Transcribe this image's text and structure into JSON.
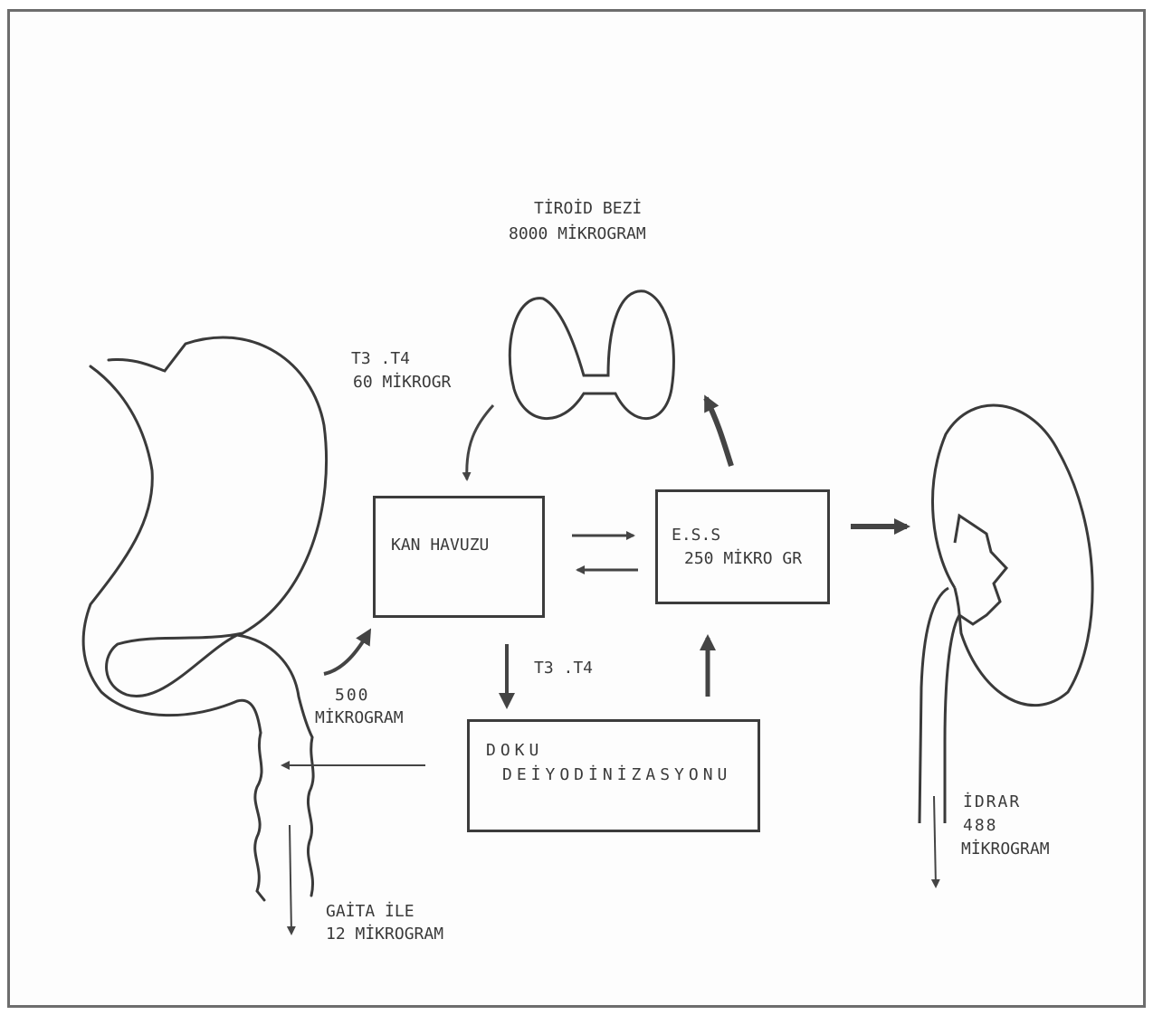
{
  "thyroid": {
    "title": "TİROİD BEZİ",
    "amount": "8000 MİKROGRAM"
  },
  "t3t4_input": {
    "line1": "T3 .T4",
    "line2": "60 MİKROGR"
  },
  "blood_pool": {
    "label": "KAN HAVUZU"
  },
  "ess": {
    "line1": "E.S.S",
    "line2": "250 MİKRO GR"
  },
  "absorption": {
    "line1": "500",
    "line2": "MİKROGRAM"
  },
  "t3t4_tissue": {
    "label": "T3 .T4"
  },
  "tissue": {
    "line1": "DOKU",
    "line2": "DEİYODİNİZASYONU"
  },
  "feces": {
    "line1": "GAİTA İLE",
    "line2": "12 MİKROGRAM"
  },
  "urine": {
    "line1": "İDRAR",
    "line2": "488",
    "line3": "MİKROGRAM"
  }
}
